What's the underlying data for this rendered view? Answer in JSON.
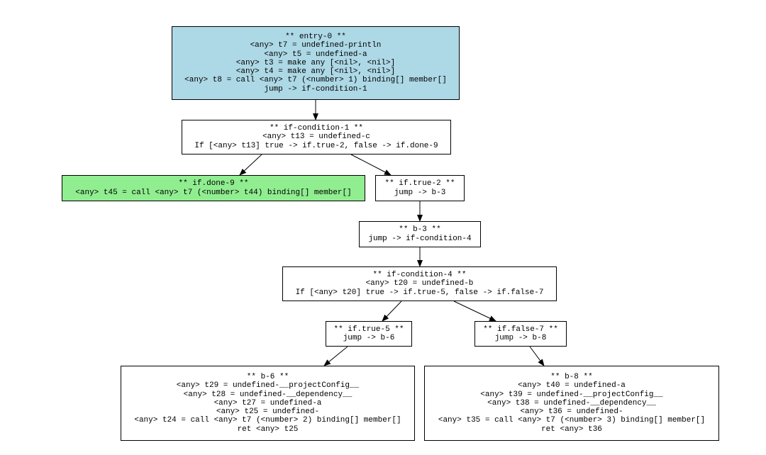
{
  "colors": {
    "entry_fill": "#add8e6",
    "done_fill": "#90ee90",
    "default_fill": "#ffffff",
    "edge": "#000000"
  },
  "nodes": {
    "entry_0": {
      "title": "** entry-0 **",
      "lines": [
        "<any> t7 = undefined-println",
        "<any> t5 = undefined-a",
        "<any> t3 = make any [<nil>, <nil>]",
        "<any> t4 = make any [<nil>, <nil>]",
        "<any> t8 = call <any> t7 (<number> 1) binding[] member[]",
        "jump -> if-condition-1"
      ]
    },
    "if_condition_1": {
      "title": "** if-condition-1 **",
      "lines": [
        "<any> t13 = undefined-c",
        "If [<any> t13] true -> if.true-2, false -> if.done-9"
      ]
    },
    "if_done_9": {
      "title": "** if.done-9 **",
      "lines": [
        "<any> t45 = call <any> t7 (<number> t44) binding[] member[]"
      ]
    },
    "if_true_2": {
      "title": "** if.true-2 **",
      "lines": [
        "jump -> b-3"
      ]
    },
    "b_3": {
      "title": "** b-3 **",
      "lines": [
        "jump -> if-condition-4"
      ]
    },
    "if_condition_4": {
      "title": "** if-condition-4 **",
      "lines": [
        "<any> t20 = undefined-b",
        "If [<any> t20] true -> if.true-5, false -> if.false-7"
      ]
    },
    "if_true_5": {
      "title": "** if.true-5 **",
      "lines": [
        "jump -> b-6"
      ]
    },
    "if_false_7": {
      "title": "** if.false-7 **",
      "lines": [
        "jump -> b-8"
      ]
    },
    "b_6": {
      "title": "** b-6 **",
      "lines": [
        "<any> t29 = undefined-__projectConfig__",
        "<any> t28 = undefined-__dependency__",
        "<any> t27 = undefined-a",
        "<any> t25 = undefined-",
        "<any> t24 = call <any> t7 (<number> 2) binding[] member[]",
        "ret <any> t25"
      ]
    },
    "b_8": {
      "title": "** b-8 **",
      "lines": [
        "<any> t40 = undefined-a",
        "<any> t39 = undefined-__projectConfig__",
        "<any> t38 = undefined-__dependency__",
        "<any> t36 = undefined-",
        "<any> t35 = call <any> t7 (<number> 3) binding[] member[]",
        "ret <any> t36"
      ]
    }
  },
  "edges": [
    {
      "from": "entry_0",
      "to": "if_condition_1"
    },
    {
      "from": "if_condition_1",
      "to": "if_done_9"
    },
    {
      "from": "if_condition_1",
      "to": "if_true_2"
    },
    {
      "from": "if_true_2",
      "to": "b_3"
    },
    {
      "from": "b_3",
      "to": "if_condition_4"
    },
    {
      "from": "if_condition_4",
      "to": "if_true_5"
    },
    {
      "from": "if_condition_4",
      "to": "if_false_7"
    },
    {
      "from": "if_true_5",
      "to": "b_6"
    },
    {
      "from": "if_false_7",
      "to": "b_8"
    }
  ]
}
